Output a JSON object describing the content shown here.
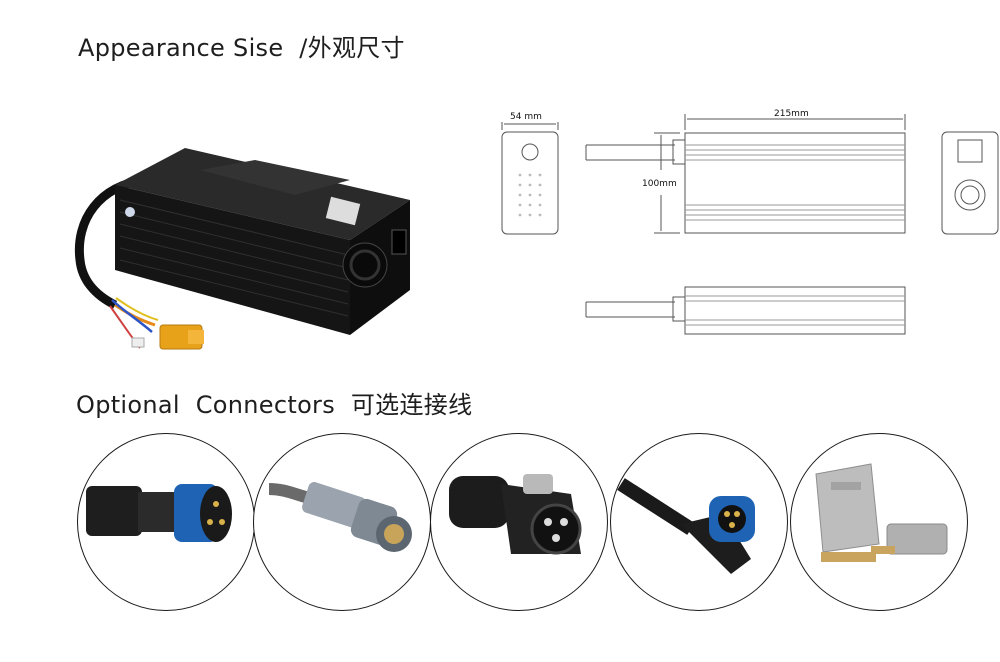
{
  "section_appearance": {
    "title": "Appearance Sise  /外观尺寸",
    "dimensions": {
      "width_label": "54 mm",
      "length_label": "215mm",
      "height_label": "100mm"
    }
  },
  "section_connectors": {
    "title": "Optional  Connectors  可选连接线",
    "items": [
      {
        "name": "blue-ring-m25-connector"
      },
      {
        "name": "metal-aviation-connector"
      },
      {
        "name": "black-lock-3pin-connector"
      },
      {
        "name": "right-angle-blue-connector"
      },
      {
        "name": "anderson-grey-connector"
      }
    ]
  },
  "colors": {
    "charger_body": "#1b1b1b",
    "connector_blue": "#1f64b4",
    "xt_connector": "#e8a21a",
    "drawing_line": "#555555"
  }
}
